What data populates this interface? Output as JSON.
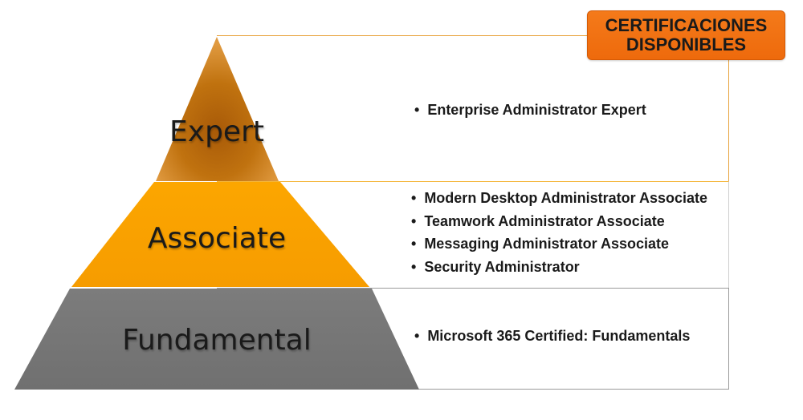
{
  "badge": {
    "line1": "CERTIFICACIONES",
    "line2": "DISPONIBLES"
  },
  "colors": {
    "expert_dark": "#a85a08",
    "expert_light": "#e09a40",
    "associate": "#fba300",
    "fundamental": "#787878",
    "badge": "#f47216"
  },
  "tiers": [
    {
      "label": "Expert",
      "certs": [
        "Enterprise Administrator Expert"
      ]
    },
    {
      "label": "Associate",
      "certs": [
        "Modern Desktop Administrator Associate",
        "Teamwork Administrator Associate",
        "Messaging Administrator Associate",
        "Security Administrator"
      ]
    },
    {
      "label": "Fundamental",
      "certs": [
        "Microsoft 365 Certified: Fundamentals"
      ]
    }
  ]
}
